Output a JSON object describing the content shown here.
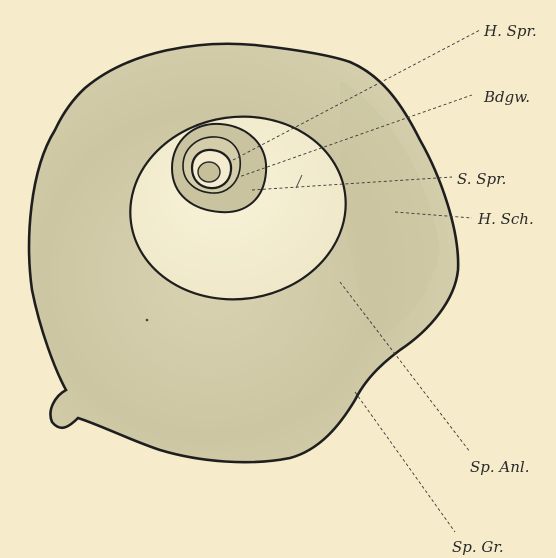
{
  "labels": {
    "h_spr": "H. Spr.",
    "bdgw": "Bdgw.",
    "s_spr": "S. Spr.",
    "h_sch": "H. Sch.",
    "sp_anl": "Sp. Anl.",
    "sp_gr": "Sp. Gr."
  }
}
